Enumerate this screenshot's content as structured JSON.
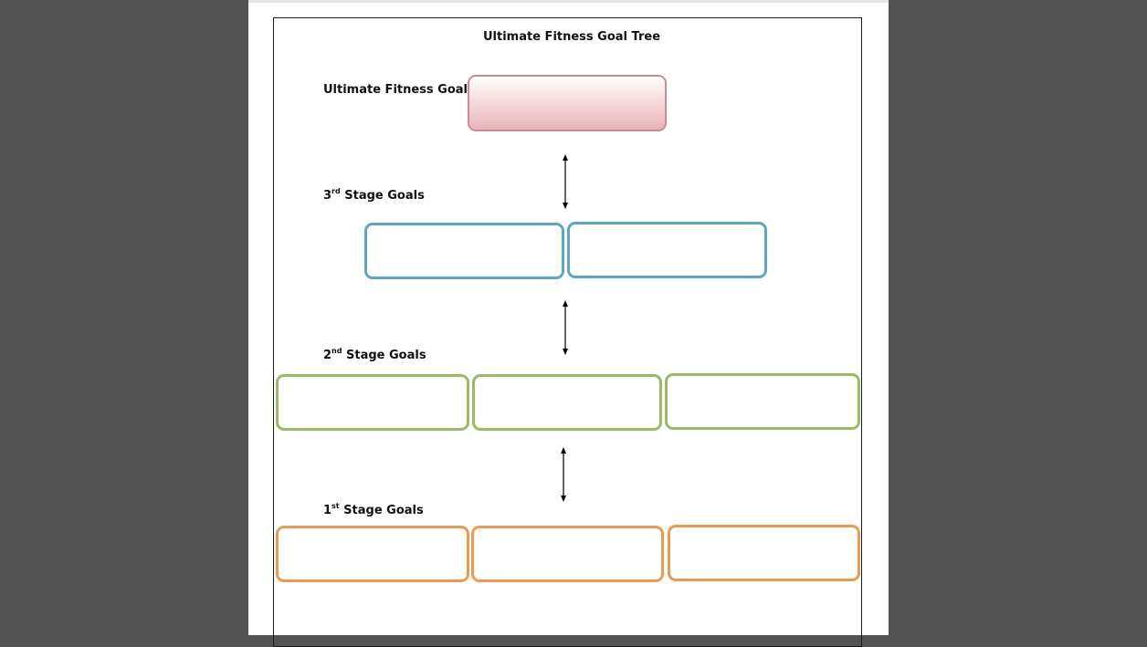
{
  "document": {
    "title": "Ultimate Fitness Goal Tree",
    "ultimate_label": "Ultimate Fitness Goal",
    "stage3": {
      "num": "3",
      "sup": "rd",
      "label": " Stage Goals"
    },
    "stage2": {
      "num": "2",
      "sup": "nd",
      "label": " Stage Goals"
    },
    "stage1": {
      "num": "1",
      "sup": "st",
      "label": " Stage Goals"
    }
  },
  "colors": {
    "viewer_bg": "#535353",
    "ultimate_box": "#e8b4b7",
    "stage3_box": "#58a9bf",
    "stage2_box": "#9abb63",
    "stage1_box": "#ec9b4c"
  }
}
